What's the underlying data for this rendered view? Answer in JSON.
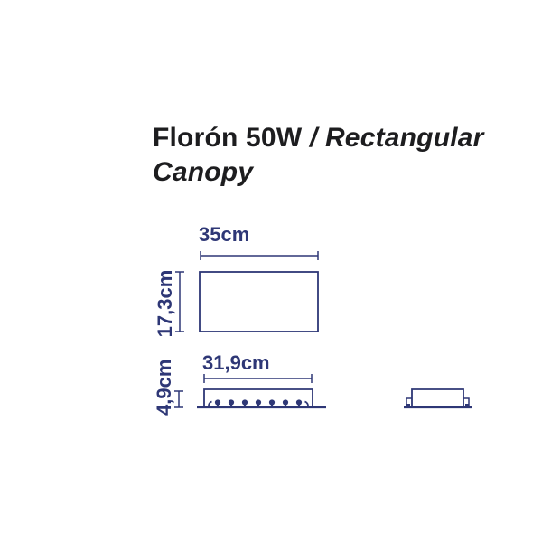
{
  "title": {
    "bold_part": "Florón 50W ",
    "italic_line1": "/ Rectangular",
    "italic_line2": "Canopy"
  },
  "diagram": {
    "top_view": {
      "name": "canopy top view",
      "width_label": "35cm",
      "height_label": "17,3cm"
    },
    "canopy_profile": {
      "name": "canopy front profile",
      "width_label": "31,9cm",
      "height_label": "4,9cm",
      "fixing_dot_count": 7
    },
    "side_profile": {
      "name": "canopy side profile"
    }
  },
  "colors": {
    "title_ink": "#1d1d1f",
    "drawing_line": "#2e3776",
    "background": "#ffffff"
  }
}
